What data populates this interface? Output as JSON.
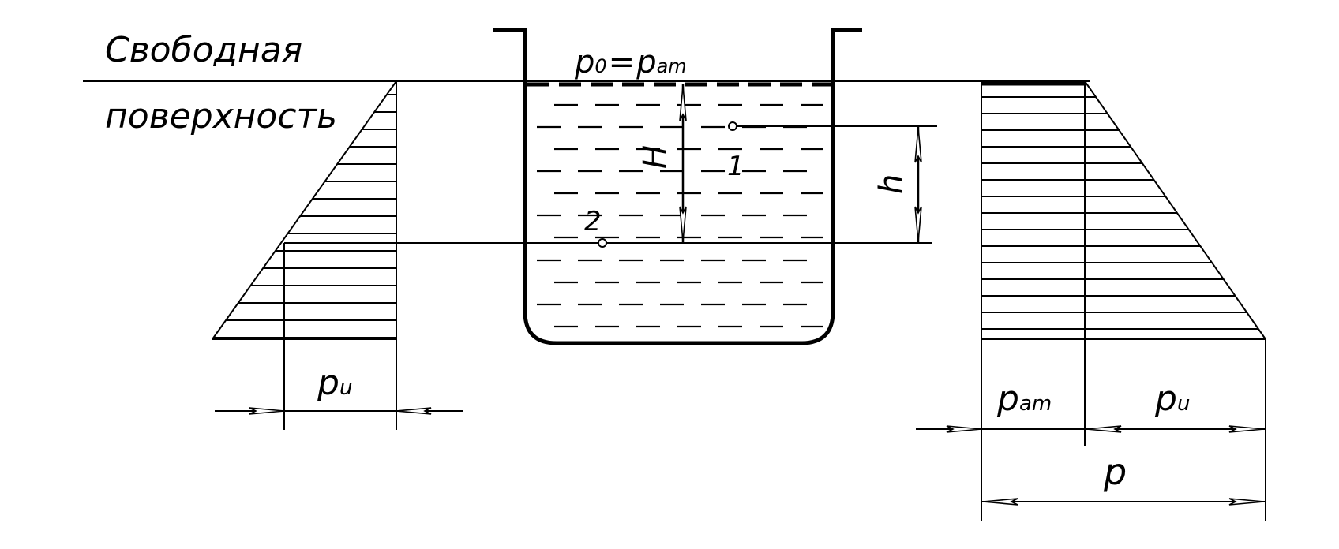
{
  "labels": {
    "free_surface_line1": "Свободная",
    "free_surface_line2": "поверхность",
    "p0": "p",
    "p0_sub": "0",
    "p0_eq": "=",
    "p0_rhs": "p",
    "p0_rhs_sub": "am",
    "H": "H",
    "h": "h",
    "point1": "1",
    "point2": "2",
    "pu_left": "p",
    "pu_left_sub": "u",
    "pat": "p",
    "pat_sub": "am",
    "pu_right": "p",
    "pu_right_sub": "u",
    "p_total": "p"
  }
}
